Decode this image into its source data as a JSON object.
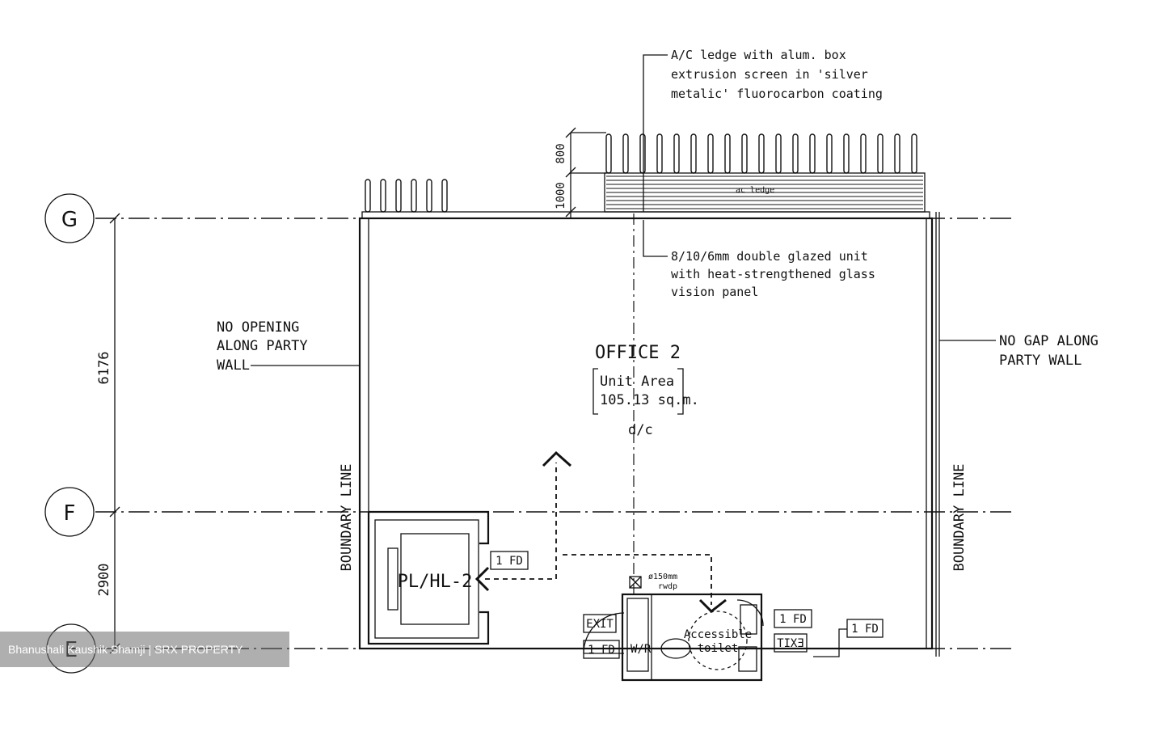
{
  "grid": {
    "g_label": "G",
    "f_label": "F",
    "e_label": "E"
  },
  "dimensions": {
    "span_gf": "6176",
    "span_fe": "2900",
    "ledge_upper": "800",
    "ledge_lower": "1000"
  },
  "notes": {
    "ac_ledge": [
      "A/C ledge with alum. box",
      "extrusion screen in 'silver",
      "metalic' fluorocarbon coating"
    ],
    "glazing": [
      "8/10/6mm double glazed unit",
      "with heat-strengthened glass",
      "vision panel"
    ],
    "no_opening": [
      "NO OPENING",
      "ALONG PARTY",
      "WALL"
    ],
    "no_gap": [
      "NO GAP ALONG",
      "PARTY WALL"
    ],
    "ac_ledge_tag": "ac ledge"
  },
  "room": {
    "name": "OFFICE 2",
    "area_label": "Unit Area",
    "area_value": "105.13 sq.m.",
    "ceiling_mark": "d/c"
  },
  "boundary": {
    "left": "BOUNDARY LINE",
    "right": "BOUNDARY LINE"
  },
  "core": {
    "lift_label": "PL/HL-2",
    "fd_tags": [
      "1 FD",
      "1 FD",
      "1 FD",
      "1 FD"
    ],
    "exit_tags": [
      "EXIT",
      "EXIT"
    ],
    "pipe_note": [
      "ø150mm",
      "rwdp"
    ],
    "toilet_label": [
      "Accessible",
      "toilet"
    ],
    "wc_mark": "W/R"
  },
  "watermark": "Bhanushali Kaushik Shamji | SRX PROPERTY"
}
